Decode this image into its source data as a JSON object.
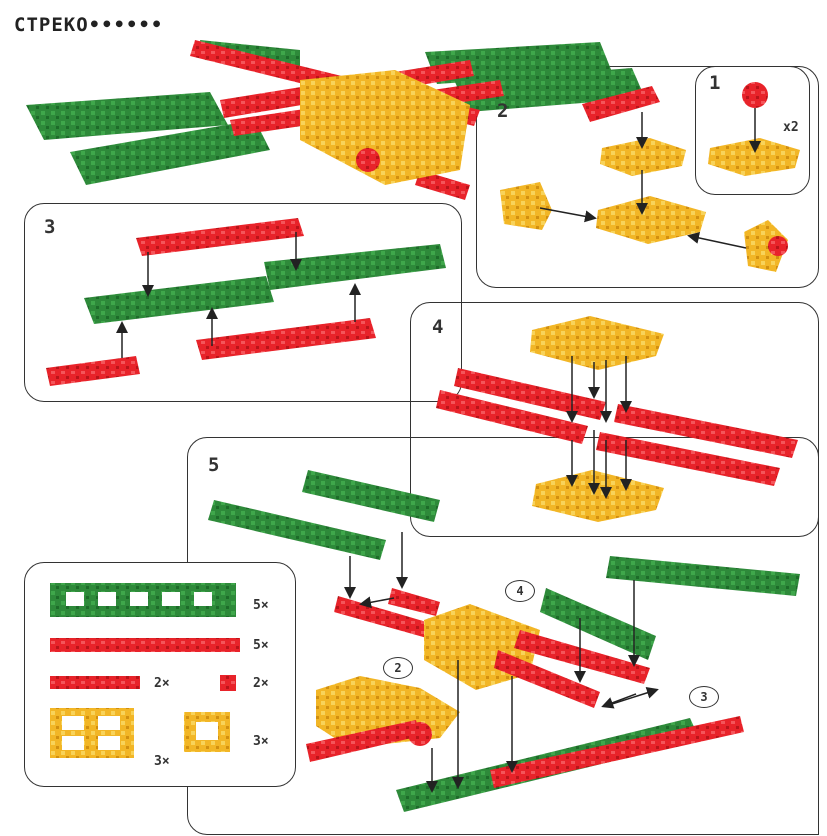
{
  "title": "CTPEKO••••••",
  "steps": {
    "s1": {
      "number": "1",
      "multiplier": "x2"
    },
    "s2": {
      "number": "2"
    },
    "s3": {
      "number": "3"
    },
    "s4": {
      "number": "4"
    },
    "s5": {
      "number": "5",
      "ref_a": "4",
      "ref_b": "2",
      "ref_c": "3"
    }
  },
  "parts_legend": {
    "green_frame_count": "5×",
    "red_long_count": "5×",
    "red_short_count": "2×",
    "red_connector_count": "2×",
    "yellow_big_count": "3×",
    "yellow_small_count": "3×"
  },
  "colors": {
    "green": "#2e8a3a",
    "red": "#e8232a",
    "yellow": "#f2b626",
    "outline": "#333333"
  }
}
